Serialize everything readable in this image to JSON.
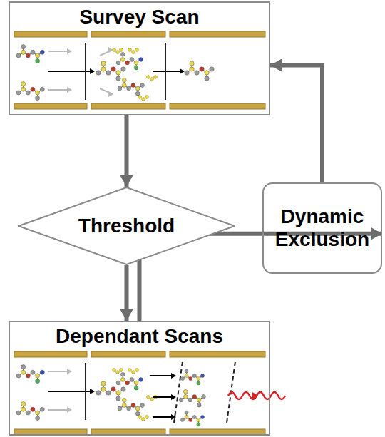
{
  "diagram": {
    "nodes": [
      {
        "text": [
          "Survey Scan"
        ]
      },
      {
        "text": [
          "Threshold"
        ]
      },
      {
        "text": [
          "Dependant Scans"
        ]
      },
      {
        "text": [
          "Dynamic Exclusion"
        ]
      }
    ],
    "edges": [
      {
        "from": 0,
        "to": 1,
        "arrow": "to"
      },
      {
        "from": 1,
        "to": 2,
        "arrow": "to"
      },
      {
        "from": 2,
        "to": 3,
        "arrow": "to"
      },
      {
        "from": 3,
        "to": 0,
        "arrow": "to"
      }
    ]
  }
}
